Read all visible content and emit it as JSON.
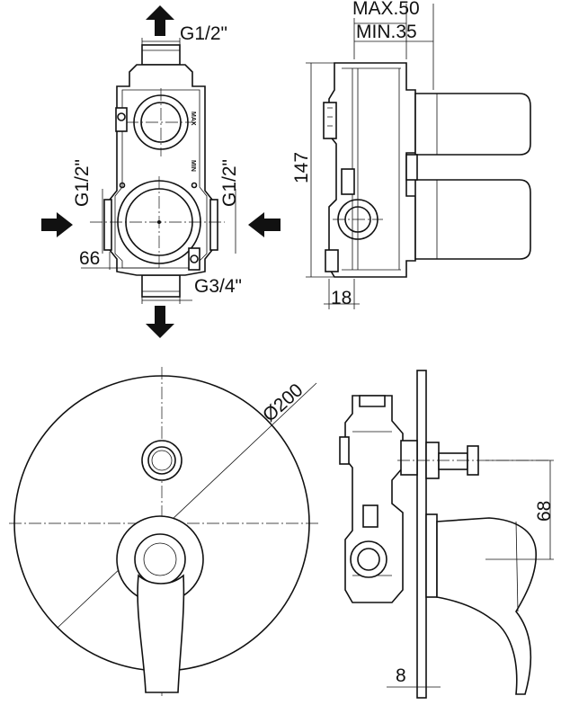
{
  "dimensions": {
    "top_inlet": "G1/2\"",
    "left_inlet": "G1/2\"",
    "right_inlet": "G1/2\"",
    "bottom_outlet": "G3/4\"",
    "offset_left": "66",
    "depth_max": "MAX.50",
    "depth_min": "MIN.35",
    "height": "147",
    "base_depth": "18",
    "diameter": "Ø200",
    "spout_offset": "68",
    "plate_thickness": "8"
  },
  "body_marks": {
    "max": "MAX",
    "min": "MIN"
  },
  "colors": {
    "ink": "#111111",
    "paper": "#ffffff"
  }
}
